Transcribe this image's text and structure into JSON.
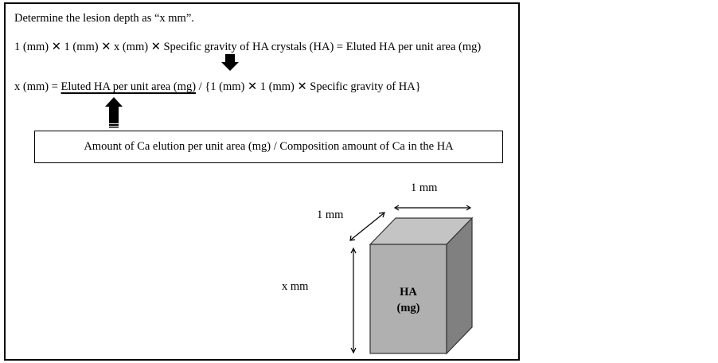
{
  "line1": "Determine the lesion depth as “x mm”.",
  "line2": "1 (mm) ✕ 1 (mm) ✕ x (mm) ✕ Specific gravity of HA crystals (HA) = Eluted HA per unit area (mg)",
  "line3_prefix": "x (mm) = ",
  "line3_underlined": "Eluted HA per unit area (mg)",
  "line3_suffix": " / {1 (mm) ✕ 1 (mm) ✕ Specific gravity of HA}",
  "box_text": "Amount of Ca elution per unit area (mg) / Composition amount of Ca in the HA",
  "cube": {
    "width_label": "1 mm",
    "depth_label": "1 mm",
    "height_label": "x mm",
    "label_line1": "HA",
    "label_line2": "(mg)"
  }
}
